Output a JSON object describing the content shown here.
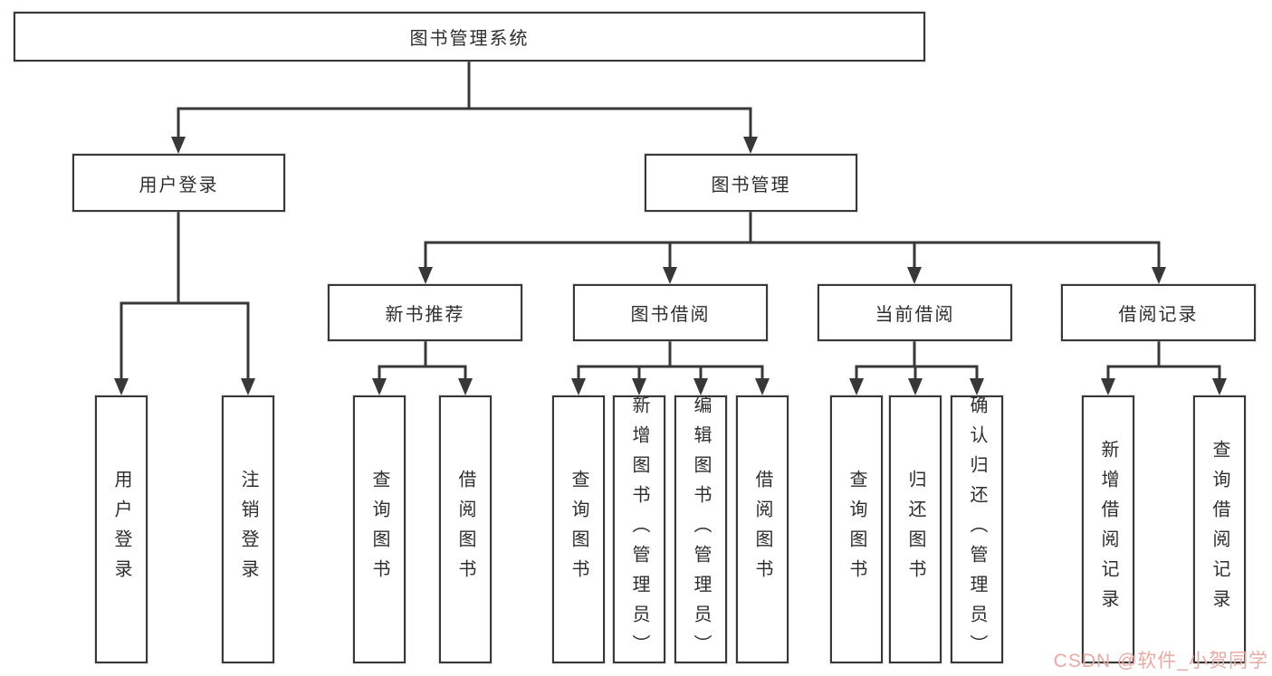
{
  "tree": {
    "root": {
      "label": "图书管理系统",
      "children": [
        {
          "label": "用户登录",
          "children": [
            {
              "label": "用户登录"
            },
            {
              "label": "注销登录"
            }
          ]
        },
        {
          "label": "图书管理",
          "children": [
            {
              "label": "新书推荐",
              "children": [
                {
                  "label": "查询图书"
                },
                {
                  "label": "借阅图书"
                }
              ]
            },
            {
              "label": "图书借阅",
              "children": [
                {
                  "label": "查询图书"
                },
                {
                  "label": "新增图书（管理员）"
                },
                {
                  "label": "编辑图书（管理员）"
                },
                {
                  "label": "借阅图书"
                }
              ]
            },
            {
              "label": "当前借阅",
              "children": [
                {
                  "label": "查询图书"
                },
                {
                  "label": "归还图书"
                },
                {
                  "label": "确认归还（管理员）"
                }
              ]
            },
            {
              "label": "借阅记录",
              "children": [
                {
                  "label": "新增借阅记录"
                },
                {
                  "label": "查询借阅记录"
                }
              ]
            }
          ]
        }
      ]
    }
  },
  "watermark": {
    "text": "CSDN @软件_小贺同学",
    "color": "#e9aaa3"
  },
  "colors": {
    "line": "#383838",
    "box_border": "#383838",
    "text": "#2e2e2e",
    "background": "#ffffff"
  }
}
